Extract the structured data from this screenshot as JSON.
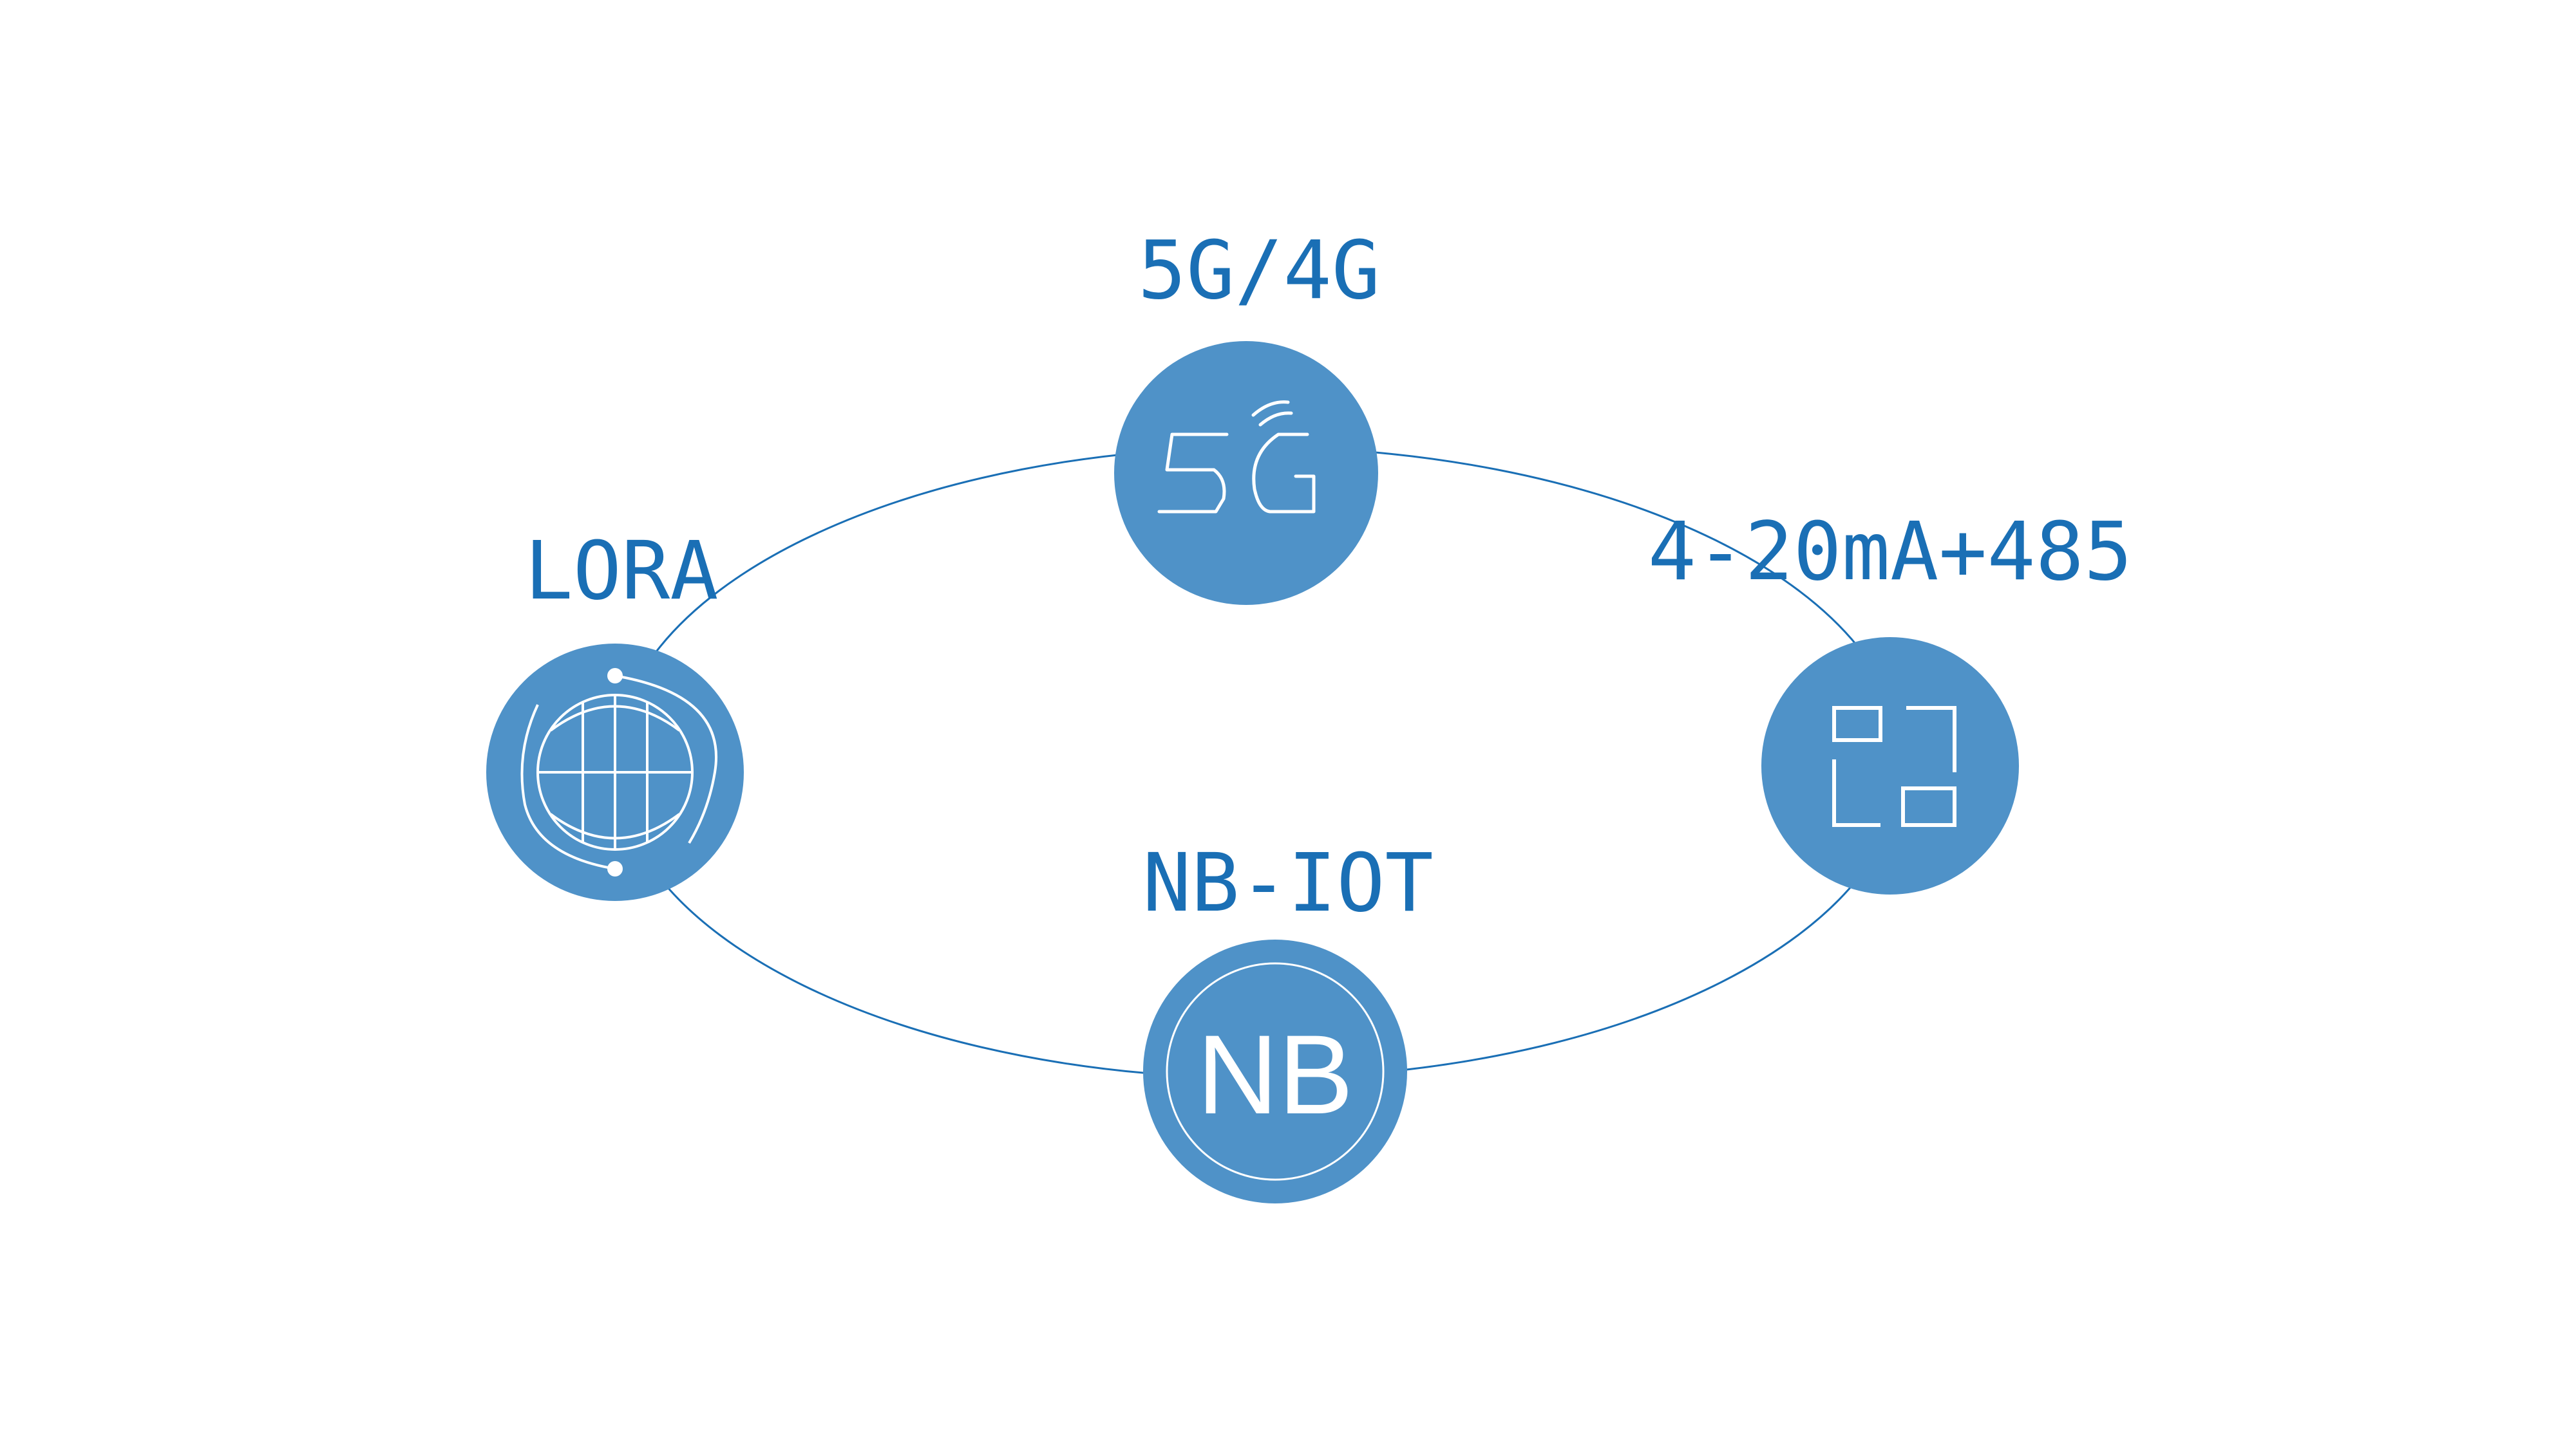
{
  "colors": {
    "node_fill": "#4f92c8",
    "ring_stroke": "#1a6fb5",
    "label": "#1a6fb5",
    "icon_stroke": "#ffffff"
  },
  "nodes": {
    "cellular": {
      "label": "5G/4G",
      "icon": "5g-icon",
      "icon_text": "5G"
    },
    "lora": {
      "label": "LORA",
      "icon": "globe-icon"
    },
    "analog": {
      "label": "4-20mA+485",
      "icon": "module-icon"
    },
    "nbiot": {
      "label": "NB-IOT",
      "icon": "nb-icon",
      "icon_text": "NB"
    }
  }
}
